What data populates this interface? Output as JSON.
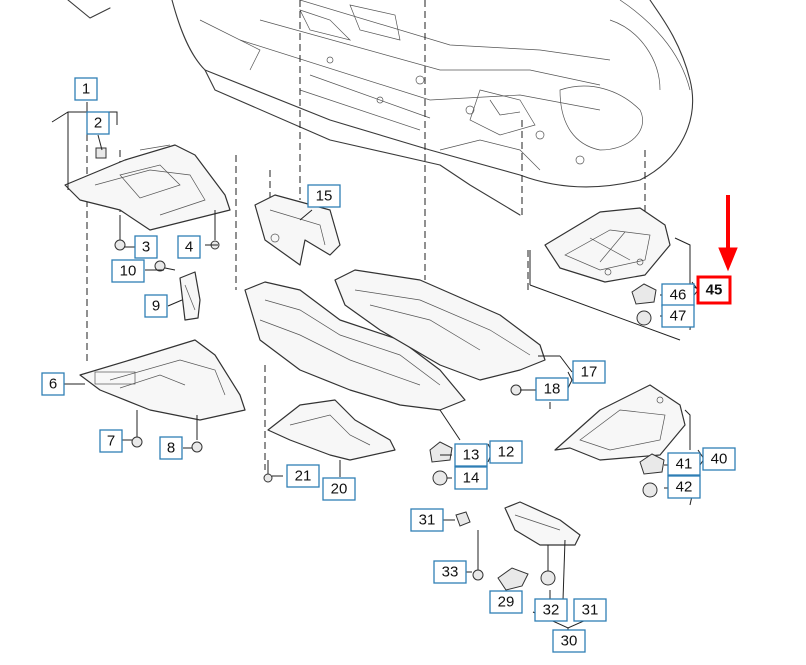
{
  "callouts": [
    {
      "id": "c1",
      "label": "1"
    },
    {
      "id": "c2",
      "label": "2"
    },
    {
      "id": "c3",
      "label": "3"
    },
    {
      "id": "c4",
      "label": "4"
    },
    {
      "id": "c6",
      "label": "6"
    },
    {
      "id": "c7",
      "label": "7"
    },
    {
      "id": "c8",
      "label": "8"
    },
    {
      "id": "c9",
      "label": "9"
    },
    {
      "id": "c10",
      "label": "10"
    },
    {
      "id": "c12",
      "label": "12"
    },
    {
      "id": "c13",
      "label": "13"
    },
    {
      "id": "c14",
      "label": "14"
    },
    {
      "id": "c15",
      "label": "15"
    },
    {
      "id": "c17",
      "label": "17"
    },
    {
      "id": "c18",
      "label": "18"
    },
    {
      "id": "c20",
      "label": "20"
    },
    {
      "id": "c21",
      "label": "21"
    },
    {
      "id": "c29",
      "label": "29"
    },
    {
      "id": "c30",
      "label": "30"
    },
    {
      "id": "c31a",
      "label": "31"
    },
    {
      "id": "c31b",
      "label": "31"
    },
    {
      "id": "c32",
      "label": "32"
    },
    {
      "id": "c33",
      "label": "33"
    },
    {
      "id": "c40",
      "label": "40"
    },
    {
      "id": "c41",
      "label": "41"
    },
    {
      "id": "c42",
      "label": "42"
    },
    {
      "id": "c45",
      "label": "45"
    },
    {
      "id": "c46",
      "label": "46"
    },
    {
      "id": "c47",
      "label": "47"
    }
  ],
  "highlight": {
    "label": "45",
    "arrow_color": "#ff0000",
    "box_color": "#ff0000"
  },
  "callout_border_color": "#2f7fb5"
}
